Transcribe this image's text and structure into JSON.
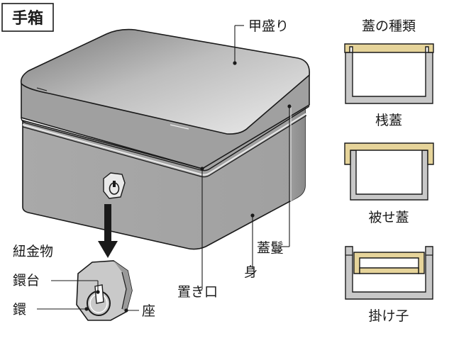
{
  "title": "手箱",
  "labels": {
    "lid_top": "甲盛り",
    "lid_types_heading": "蓋の種類",
    "lid_type_1": "桟蓋",
    "lid_type_2": "被せ蓋",
    "lid_type_3": "掛け子",
    "lid_rim": "蓋鬘",
    "body": "身",
    "placement": "置き口",
    "fittings": "紐金物",
    "ring_base": "鐶台",
    "ring": "鐶",
    "seat": "座"
  },
  "colors": {
    "box_fill": "#a3a3a3",
    "box_dark": "#8e8e8e",
    "lid_gradient_start": "#6e6e6e",
    "lid_gradient_end": "#e6e6e6",
    "lid_part": "#e6d49a",
    "body_part": "#c8c8c8",
    "outline": "#1a1a1a"
  }
}
